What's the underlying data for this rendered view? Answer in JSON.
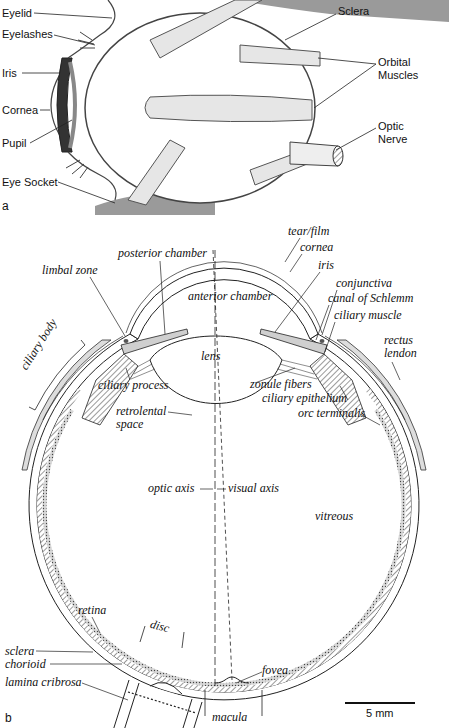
{
  "diagram": {
    "labels": [
      "Eyelid",
      "Eyelashes",
      "Iris",
      "Cornea",
      "Pupil",
      "Eye Socket",
      "Sclera",
      "Orbital Muscles",
      "Optic Nerve",
      "a",
      "tear/film",
      "posterior chamber",
      "limbal zone",
      "cornea",
      "iris",
      "conjunctiva",
      "canal of Schlemm",
      "anterior chamber",
      "ciliary muscle",
      "ciliary body",
      "rectus lendon",
      "lens",
      "ciliary process",
      "zonule fibers",
      "ciliary epithelium",
      "retrolental space",
      "orc terminalis",
      "optic axis",
      "visual axis",
      "vitreous",
      "retina",
      "sclera",
      "chorioid",
      "disc",
      "lamina cribrosa",
      "fovea",
      "macula",
      "5 mm",
      "b"
    ]
  }
}
